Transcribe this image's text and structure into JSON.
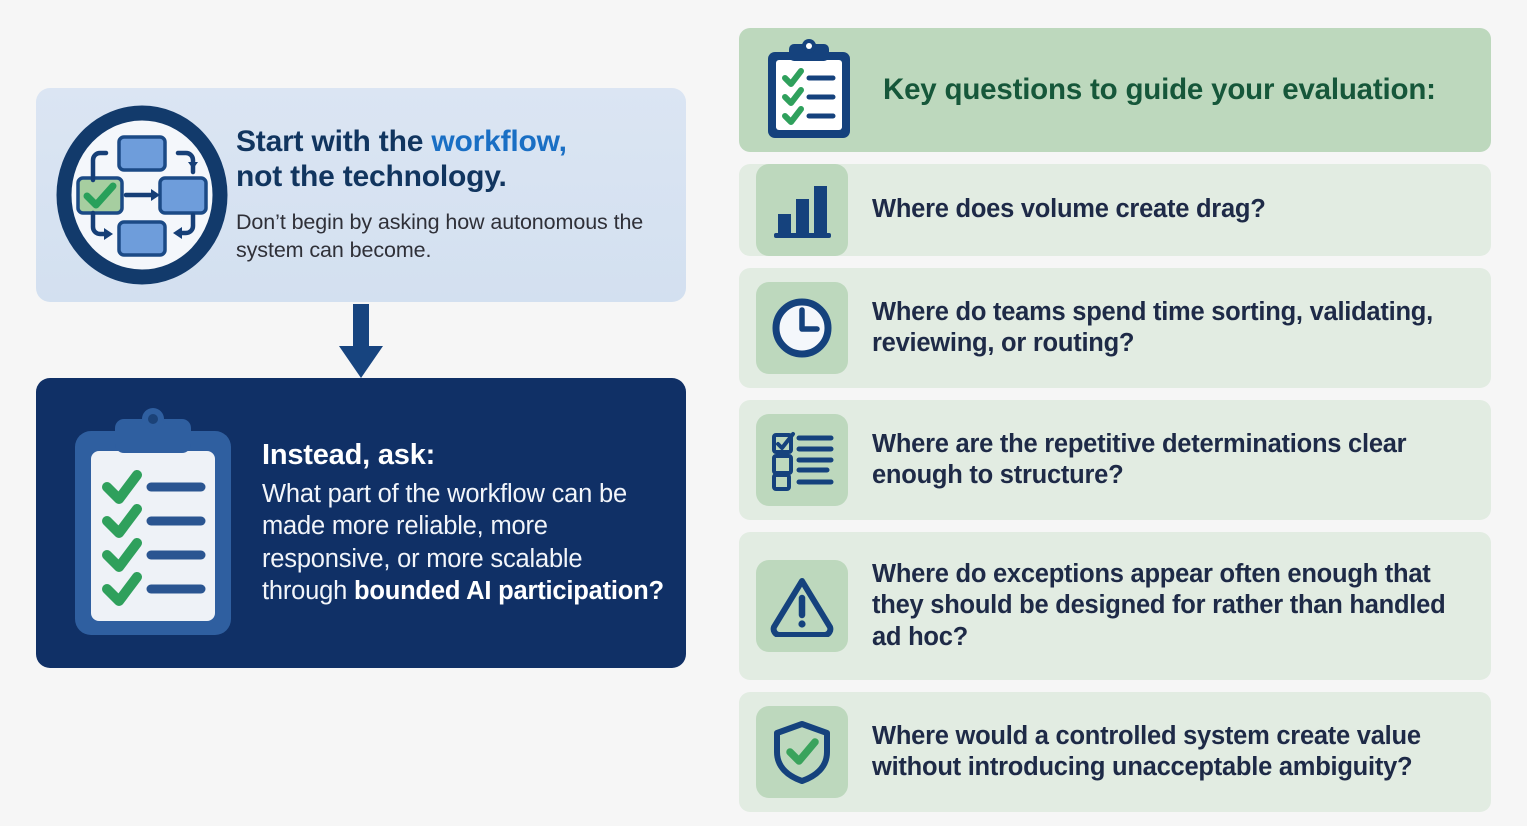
{
  "colors": {
    "background": "#f6f6f6",
    "navy_dark": "#103066",
    "navy_text": "#11355f",
    "accent_blue": "#1a6fc4",
    "green_dark": "#16573a",
    "green_header_bg": "#bdd8bd",
    "green_row_bg": "#e2ece2",
    "green_check": "#3aa35c",
    "blue_card_bg": "#d6e2f2",
    "question_text": "#1e2a47"
  },
  "left": {
    "workflow_card": {
      "icon": "workflow-cycle-icon",
      "headline_part1": "Start with the ",
      "headline_accent": "workflow,",
      "headline_part2": "not the technology.",
      "subline": "Don’t begin by asking how autonomous the system can become."
    },
    "arrow": {
      "icon": "arrow-down-icon"
    },
    "instead_card": {
      "icon": "clipboard-checklist-icon",
      "title": "Instead, ask:",
      "body_normal": "What part of the workflow can be made more reliable, more responsive, or more scalable through ",
      "body_strong": "bounded AI participation?"
    }
  },
  "right": {
    "header": {
      "icon": "clipboard-check-icon",
      "title": "Key questions to guide your evaluation:"
    },
    "questions": [
      {
        "icon": "bar-chart-icon",
        "text": "Where does volume create drag?",
        "lines": 1
      },
      {
        "icon": "clock-icon",
        "text": "Where do teams spend time sorting, validating, reviewing, or routing?",
        "lines": 2
      },
      {
        "icon": "checklist-icon",
        "text": "Where are the repetitive determinations clear enough to structure?",
        "lines": 2
      },
      {
        "icon": "warning-triangle-icon",
        "text": "Where do exceptions appear often enough that they should be designed for rather than handled ad hoc?",
        "lines": 3
      },
      {
        "icon": "shield-check-icon",
        "text": "Where would a controlled system create value without introducing unacceptable ambiguity?",
        "lines": 2
      }
    ]
  }
}
